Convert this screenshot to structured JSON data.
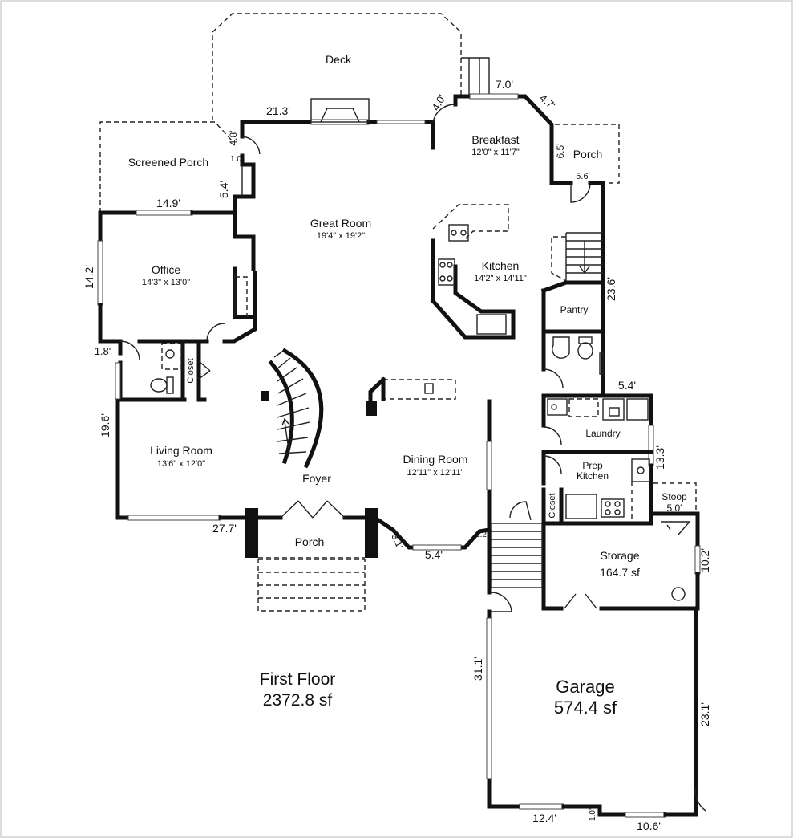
{
  "plan": {
    "floor_title": "First Floor",
    "floor_area": "2372.8 sf",
    "rooms": {
      "deck": "Deck",
      "screened_porch": "Screened Porch",
      "great_room": {
        "name": "Great Room",
        "size": "19'4\" x 19'2\""
      },
      "breakfast": {
        "name": "Breakfast",
        "size": "12'0\" x 11'7\""
      },
      "porch_rear": "Porch",
      "kitchen": {
        "name": "Kitchen",
        "size": "14'2\" x 14'11\""
      },
      "office": {
        "name": "Office",
        "size": "14'3\" x 13'0\""
      },
      "pantry": "Pantry",
      "closet_left": "Closet",
      "living_room": {
        "name": "Living Room",
        "size": "13'6\" x 12'0\""
      },
      "foyer": "Foyer",
      "dining_room": {
        "name": "Dining Room",
        "size": "12'11\" x 12'11\""
      },
      "laundry": "Laundry",
      "prep_kitchen": {
        "line1": "Prep",
        "line2": "Kitchen"
      },
      "closet_right": "Closet",
      "stoop": {
        "name": "Stoop",
        "dim": "5.0'"
      },
      "porch_front": "Porch",
      "storage": {
        "name": "Storage",
        "area": "164.7 sf"
      },
      "garage": {
        "name": "Garage",
        "area": "574.4 sf"
      }
    },
    "dimensions": {
      "d21_3": "21.3'",
      "d4_0": "4.0'",
      "d7_0": "7.0'",
      "d4_7": "4.7'",
      "d4_8": "4.8'",
      "d1_0a": "1.0",
      "d6_5": "6.5'",
      "d5_6": "5.6'",
      "d5_4a": "5.4'",
      "d14_9": "14.9'",
      "d14_2": "14.2'",
      "d23_6": "23.6'",
      "d1_8": "1.8'",
      "d5_4b": "5.4'",
      "d19_6": "19.6'",
      "d13_3": "13.3'",
      "d27_7": "27.7'",
      "d3_1": "3.1'",
      "d5_4c": "5.4'",
      "d1_2": "1.2'",
      "d10_2": "10.2'",
      "d31_1": "31.1'",
      "d23_1": "23.1'",
      "d12_4": "12.4'",
      "d1_0b": "1.0'",
      "d10_6": "10.6'"
    }
  }
}
